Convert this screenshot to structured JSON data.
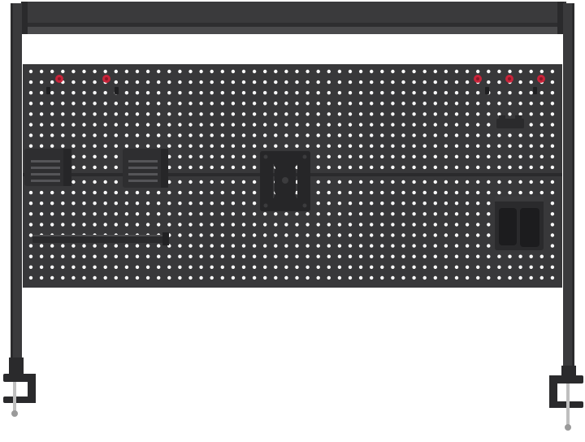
{
  "scene": {
    "subject": "pegboard-desk-shelf",
    "colors": {
      "frame": "#3a3a3c",
      "frame_dark": "#2a2a2c",
      "panel": "#38383a",
      "hole": "#ffffff",
      "accessory": "#2e2e30",
      "accent": "#c8243a",
      "clamp_screw": "#bfbfbf"
    },
    "accessories": [
      "red-peg-hook",
      "black-peg-hook",
      "magazine-holder",
      "monitor-vesa-mount",
      "cable-tray-bar",
      "cup-holder",
      "small-hook-bracket",
      "desk-clamp"
    ]
  }
}
